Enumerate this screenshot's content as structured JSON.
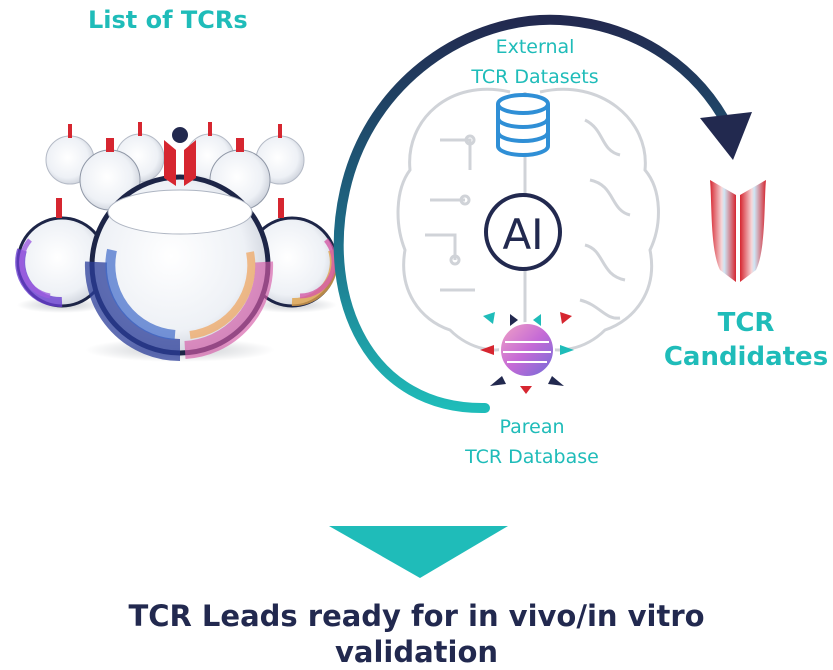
{
  "labels": {
    "list_title": "List of TCRs",
    "external_line1": "External",
    "external_line2": "TCR Datasets",
    "ai_label": "AI",
    "parean_line1": "Parean",
    "parean_line2": "TCR Database",
    "candidates_line1": "TCR",
    "candidates_line2": "Candidates",
    "bottom_line1": "TCR Leads ready for in vivo/in vitro",
    "bottom_line2": "validation"
  },
  "colors": {
    "teal": "#1fbcb9",
    "navy": "#22294f",
    "red": "#d62630",
    "db_blue": "#2f8fd6",
    "brain_gray": "#c9cdd2"
  },
  "icons": [
    "tcr-sphere-icon",
    "brain-circuit-icon",
    "database-icon",
    "ai-badge-icon",
    "tcr-receptor-icon",
    "down-triangle-arrow-icon"
  ]
}
